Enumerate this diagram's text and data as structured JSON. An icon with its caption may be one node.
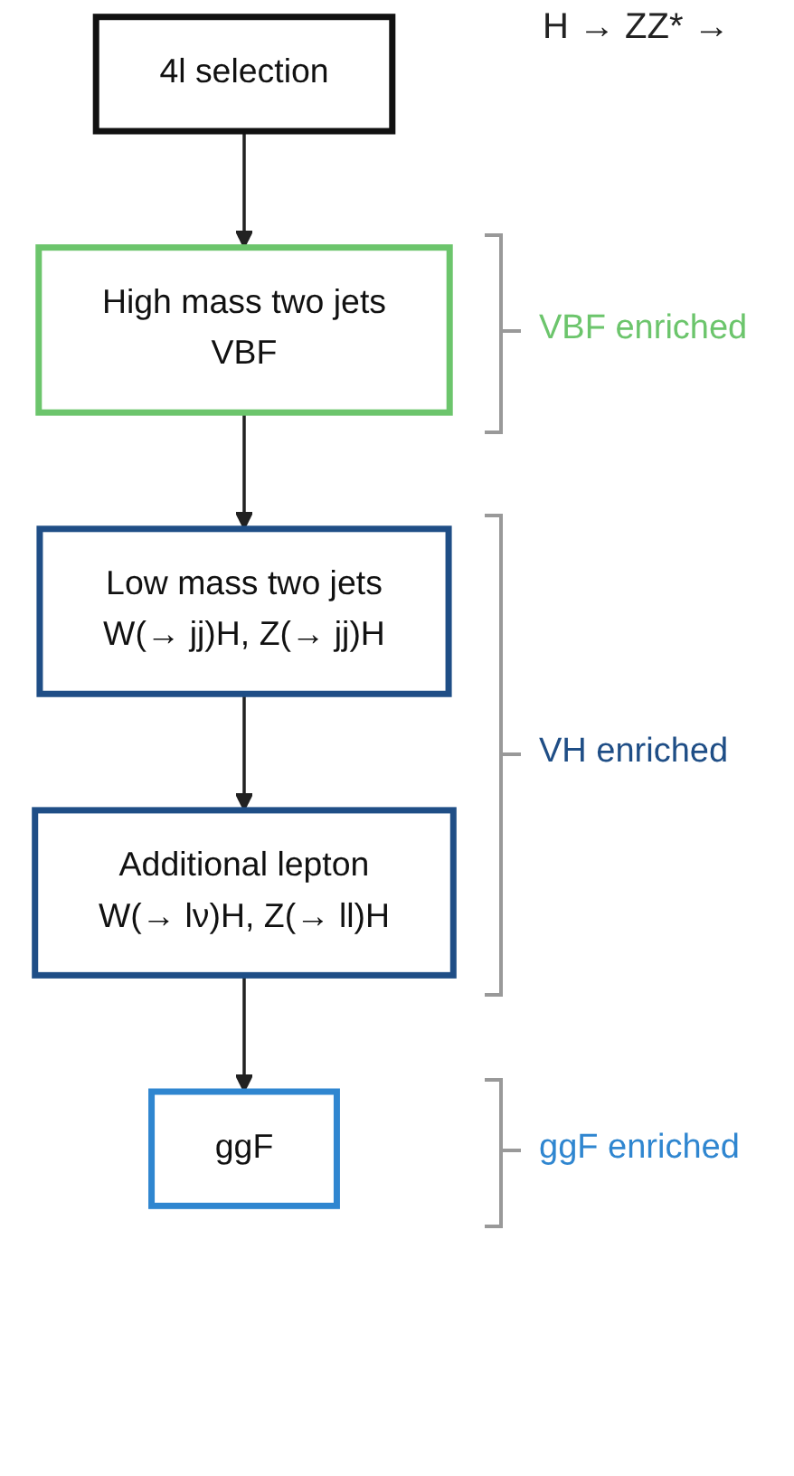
{
  "diagram": {
    "title": "H → ZZ* →",
    "nodes": [
      {
        "text": [
          "4l selection"
        ]
      },
      {
        "text": [
          "High mass two jets",
          "VBF"
        ]
      },
      {
        "text": [
          "Low mass two jets",
          "W(→ jj)H, Z(→ jj)H"
        ]
      },
      {
        "text": [
          "Additional lepton",
          "W(→ lν)H, Z(→ ll)H"
        ]
      },
      {
        "text": [
          "ggF"
        ]
      }
    ],
    "edges": [
      {
        "from": 0,
        "to": 1,
        "arrow": "to"
      },
      {
        "from": 1,
        "to": 2,
        "arrow": "to"
      },
      {
        "from": 2,
        "to": 3,
        "arrow": "to"
      },
      {
        "from": 3,
        "to": 4,
        "arrow": "to"
      }
    ],
    "labels": [
      "VBF enriched",
      "VH enriched",
      "ggF enriched"
    ]
  }
}
